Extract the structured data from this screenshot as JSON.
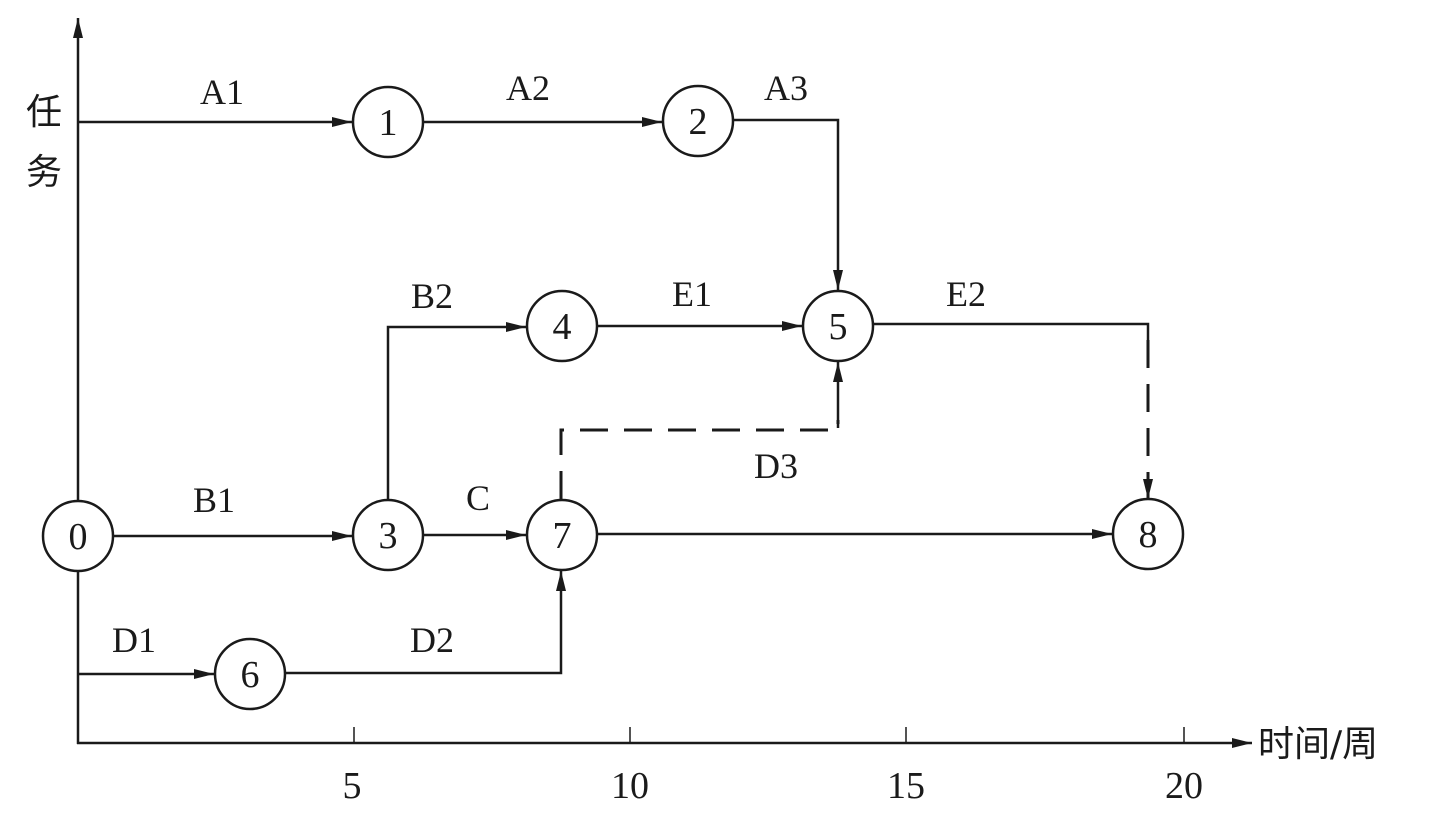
{
  "diagram": {
    "type": "time-scaled-network",
    "y_axis_label_chars": [
      "任",
      "务"
    ],
    "x_axis_label": "时间/周",
    "x_ticks": [
      "5",
      "10",
      "15",
      "20"
    ],
    "colors": {
      "ink": "#1a1a1a",
      "background": "#ffffff"
    },
    "nodes": [
      {
        "id": "0",
        "label": "0",
        "week": 0
      },
      {
        "id": "1",
        "label": "1",
        "week": 5.6
      },
      {
        "id": "2",
        "label": "2",
        "week": 11.2
      },
      {
        "id": "3",
        "label": "3",
        "week": 5.6
      },
      {
        "id": "4",
        "label": "4",
        "week": 8.75
      },
      {
        "id": "5",
        "label": "5",
        "week": 13.75
      },
      {
        "id": "6",
        "label": "6",
        "week": 3.1
      },
      {
        "id": "7",
        "label": "7",
        "week": 8.75
      },
      {
        "id": "8",
        "label": "8",
        "week": 19.35
      }
    ],
    "activities": [
      {
        "label": "A1",
        "from": "0",
        "to": "1",
        "style": "solid"
      },
      {
        "label": "A2",
        "from": "1",
        "to": "2",
        "style": "solid"
      },
      {
        "label": "A3",
        "from": "2",
        "to": "5",
        "style": "solid"
      },
      {
        "label": "B1",
        "from": "0",
        "to": "3",
        "style": "solid"
      },
      {
        "label": "B2",
        "from": "3",
        "to": "4",
        "style": "solid"
      },
      {
        "label": "E1",
        "from": "4",
        "to": "5",
        "style": "solid"
      },
      {
        "label": "E2",
        "from": "5",
        "to": "8",
        "style": "solid-then-dashed"
      },
      {
        "label": "C",
        "from": "3",
        "to": "7",
        "style": "solid"
      },
      {
        "label": "D1",
        "from": "0",
        "to": "6",
        "style": "solid"
      },
      {
        "label": "D2",
        "from": "6",
        "to": "7",
        "style": "solid"
      },
      {
        "label": "D3",
        "from": "7",
        "to": "5",
        "style": "dashed"
      },
      {
        "label": "",
        "from": "7",
        "to": "8",
        "style": "solid"
      }
    ]
  }
}
